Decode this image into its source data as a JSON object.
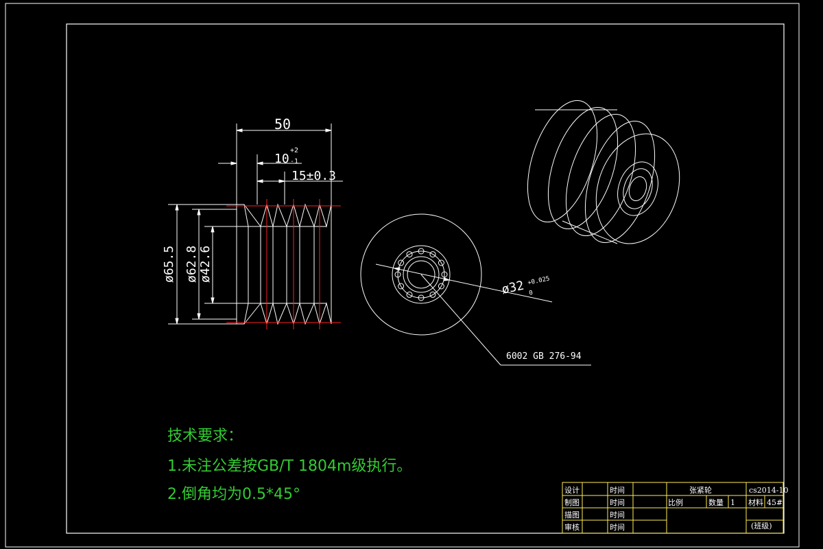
{
  "drawing": {
    "colors": {
      "background": "#000000",
      "geometry": "#ffffff",
      "centerline": "#ff2020",
      "notes": "#33cc33"
    },
    "dimensions": {
      "total_width": "50",
      "groove_width": "10",
      "groove_width_tol_upper": "+2",
      "groove_width_tol_lower": "-1",
      "groove_pitch": "15±0.3",
      "dia_outer": "ø65.5",
      "dia_pitch": "ø62.8",
      "dia_root": "ø42.6",
      "bore_dia": "ø32",
      "bore_tol_upper": "+0.025",
      "bore_tol_lower": "0"
    },
    "bearing_callout": "6002 GB 276-94",
    "notes": {
      "title": "技术要求：",
      "line1": "1.未注公差按GB/T 1804m级执行。",
      "line2": "2.倒角均为0.5*45°"
    },
    "title_block": {
      "designer_label": "设计",
      "drafter_label": "制图",
      "drawer_label": "描图",
      "checker_label": "审核",
      "time_label": "时间",
      "part_name": "张紧轮",
      "drawing_no": "cs2014-10",
      "scale_label": "比例",
      "qty_label": "数量",
      "qty_value": "1",
      "material_label": "材料",
      "material_value": "45#",
      "company": "(班级)"
    }
  }
}
